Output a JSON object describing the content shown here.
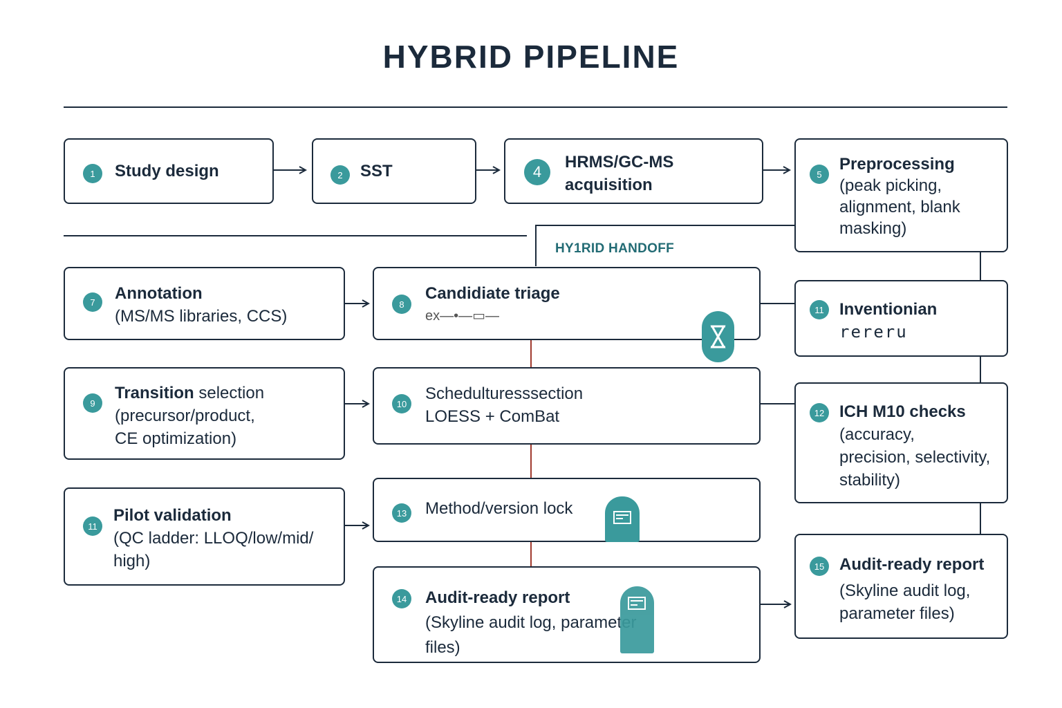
{
  "title": "HYBRID PIPELINE",
  "handoff_label": "HY1RID HANDOFF",
  "steps": {
    "s1": {
      "badge": "1",
      "title": "Study design",
      "detail": []
    },
    "s2": {
      "badge": "2",
      "title": "SST",
      "detail": []
    },
    "s4": {
      "badge": "4",
      "title_lines": [
        "HRMS/GC-MS",
        "acquisition"
      ]
    },
    "s5": {
      "badge": "5",
      "title": "Preprocessing",
      "detail": [
        "(peak picking,",
        "alignment, blank",
        "masking)"
      ]
    },
    "s7": {
      "badge": "7",
      "title": "Annotation",
      "detail": [
        "(MS/MS libraries, CCS)"
      ]
    },
    "s8": {
      "badge": "8",
      "title": "Candidiate triage",
      "detail": [
        "ex—•—▭—"
      ]
    },
    "s11a": {
      "badge": "11",
      "title": "Inventionian",
      "detail": [
        "rereru"
      ]
    },
    "s9": {
      "badge": "9",
      "title": "Transition",
      "title_rest": " selection",
      "detail": [
        "(precursor/product,",
        "CE optimization)"
      ]
    },
    "s10": {
      "badge": "10",
      "title_lines": [
        "Schedulturesssection",
        "LOESS + ComBat"
      ]
    },
    "s12": {
      "badge": "12",
      "title": "ICH M10 checks",
      "detail": [
        "(accuracy,",
        "precision, selectivity,",
        "stability)"
      ]
    },
    "s11b": {
      "badge": "11",
      "title": "Pilot validation",
      "detail": [
        "(QC ladder: LLOQ/low/mid/",
        "high)"
      ]
    },
    "s13": {
      "badge": "13",
      "title_lines": [
        "Method/version lock"
      ]
    },
    "s14": {
      "badge": "14",
      "title": "Audit-ready report",
      "detail": [
        "(Skyline audit log, parameter",
        "files)"
      ]
    },
    "s15": {
      "badge": "15",
      "title": "Audit-ready report",
      "detail": [
        "(Skyline audit log,",
        "parameter files)"
      ]
    }
  },
  "icons": {
    "hourglass": "hourglass-icon",
    "document_tab_1": "document-icon",
    "document_tab_2": "document-icon"
  },
  "colors": {
    "accent": "#3a9a9c",
    "ink": "#1b2a3b",
    "connector_red": "#a03a2e",
    "handoff_text": "#226b74"
  }
}
